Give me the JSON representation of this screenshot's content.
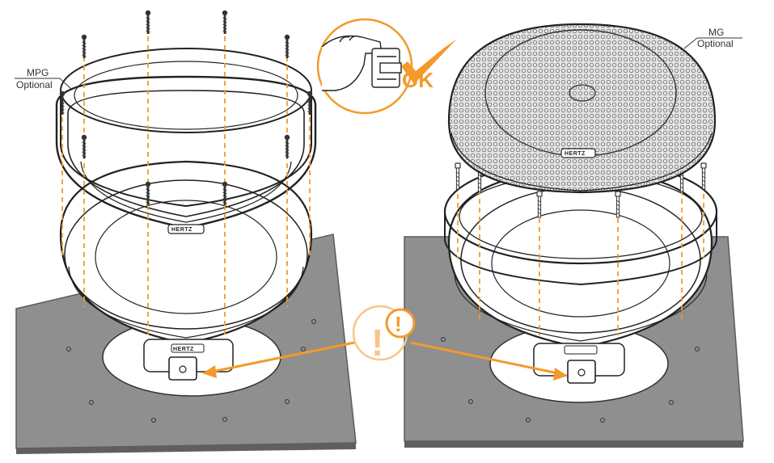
{
  "labels": {
    "mpg_name": "MPG",
    "mpg_note": "Optional",
    "mg_name": "MG",
    "mg_note": "Optional",
    "brand": "HERTZ",
    "ok_mark": "OK",
    "warning_mark": "!"
  },
  "icons": {
    "screw": "screw-icon",
    "hand": "hand-icon",
    "check": "check-icon",
    "warning": "warning-icon"
  },
  "colors": {
    "accent": "#f39a2a",
    "line": "#222222",
    "board": "#8f8f8f",
    "board_edge": "#5a5a5a",
    "grille": "#cfcfcf"
  }
}
